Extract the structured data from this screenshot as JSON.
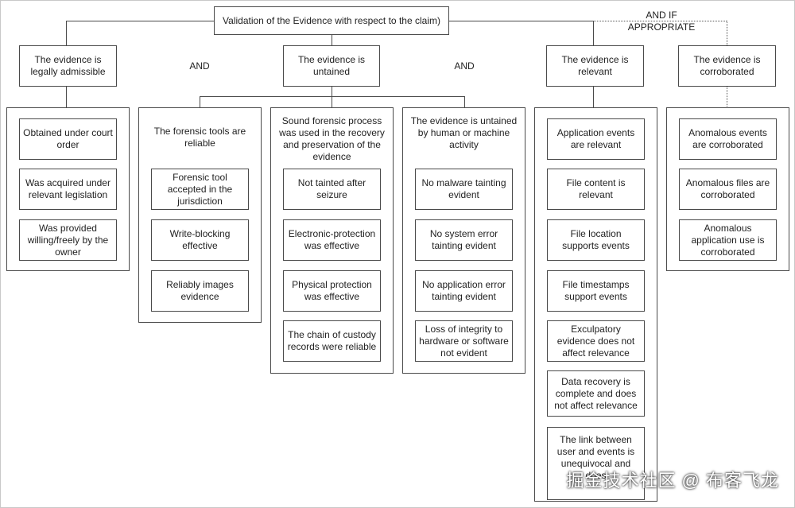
{
  "root": "Validation of the Evidence with respect to the claim)",
  "and_if": [
    "AND IF",
    "APPROPRIATE"
  ],
  "and_label": "AND",
  "criteria": {
    "admissible": "The evidence is legally admissible",
    "untained": "The evidence is untained",
    "relevant": "The evidence is relevant",
    "corroborated": "The evidence is corroborated"
  },
  "admissible_items": [
    "Obtained under court order",
    "Was acquired under relevant legislation",
    "Was provided willing/freely by the owner"
  ],
  "tools": {
    "title": "The forensic tools are reliable",
    "items": [
      "Forensic tool accepted in the jurisdiction",
      "Write-blocking effective",
      "Reliably images evidence"
    ]
  },
  "process": {
    "title": "Sound forensic process was used in the recovery and preservation of the evidence",
    "items": [
      "Not tainted after seizure",
      "Electronic-protection was effective",
      "Physical protection was effective",
      "The chain of custody records were reliable"
    ]
  },
  "activity": {
    "title": "The evidence is untained by human or machine activity",
    "items": [
      "No malware tainting evident",
      "No system error tainting evident",
      "No application error tainting evident",
      "Loss of integrity to hardware or software not evident"
    ]
  },
  "relevant_items": [
    "Application events are relevant",
    "File content is relevant",
    "File location supports events",
    "File timestamps support events",
    "Exculpatory evidence does not affect relevance",
    "Data recovery is complete and does not affect relevance",
    "The link between user and events is unequivocal and does"
  ],
  "corroborated_items": [
    "Anomalous events are corroborated",
    "Anomalous files are corroborated",
    "Anomalous application use is corroborated"
  ],
  "watermark": "掘金技术社区 @ 布客飞龙"
}
